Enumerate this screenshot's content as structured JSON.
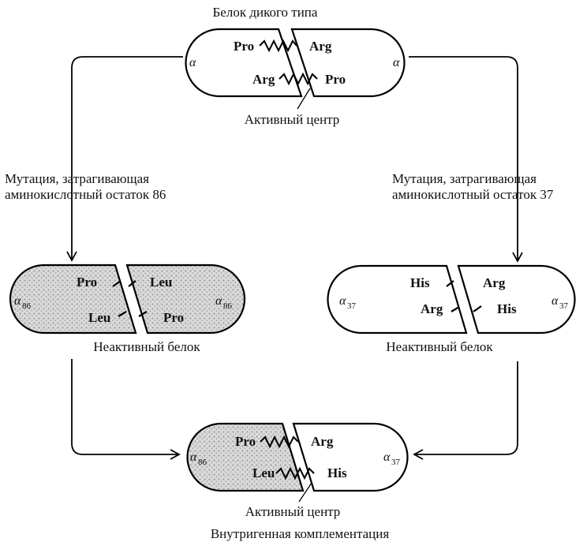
{
  "captions": {
    "wild_type": "Белок дикого типа",
    "active_center_top": "Активный центр",
    "mutation_left_line1": "Мутация, затрагивающая",
    "mutation_left_line2": "аминокислотный остаток 86",
    "mutation_right_line1": "Мутация, затрагивающая",
    "mutation_right_line2": "аминокислотный остаток 37",
    "inactive_left": "Неактивный белок",
    "inactive_right": "Неактивный белок",
    "active_center_bottom": "Активный центр",
    "complementation": "Внутригенная  комплементация"
  },
  "subunit_symbol": "α",
  "subunit_86": "86",
  "subunit_37": "37",
  "top": {
    "left_top": "Pro",
    "left_bottom": "Arg",
    "right_top": "Arg",
    "right_bottom": "Pro"
  },
  "mid_left": {
    "left_top": "Pro",
    "left_bottom": "Leu",
    "right_top": "Leu",
    "right_bottom": "Pro"
  },
  "mid_right": {
    "left_top": "His",
    "left_bottom": "Arg",
    "right_top": "Arg",
    "right_bottom": "His"
  },
  "bottom": {
    "left_top": "Pro",
    "left_bottom": "Leu",
    "right_top": "Arg",
    "right_bottom": "His"
  },
  "colors": {
    "ink": "#000000",
    "background": "#ffffff",
    "shading": "#b8b8b8"
  }
}
